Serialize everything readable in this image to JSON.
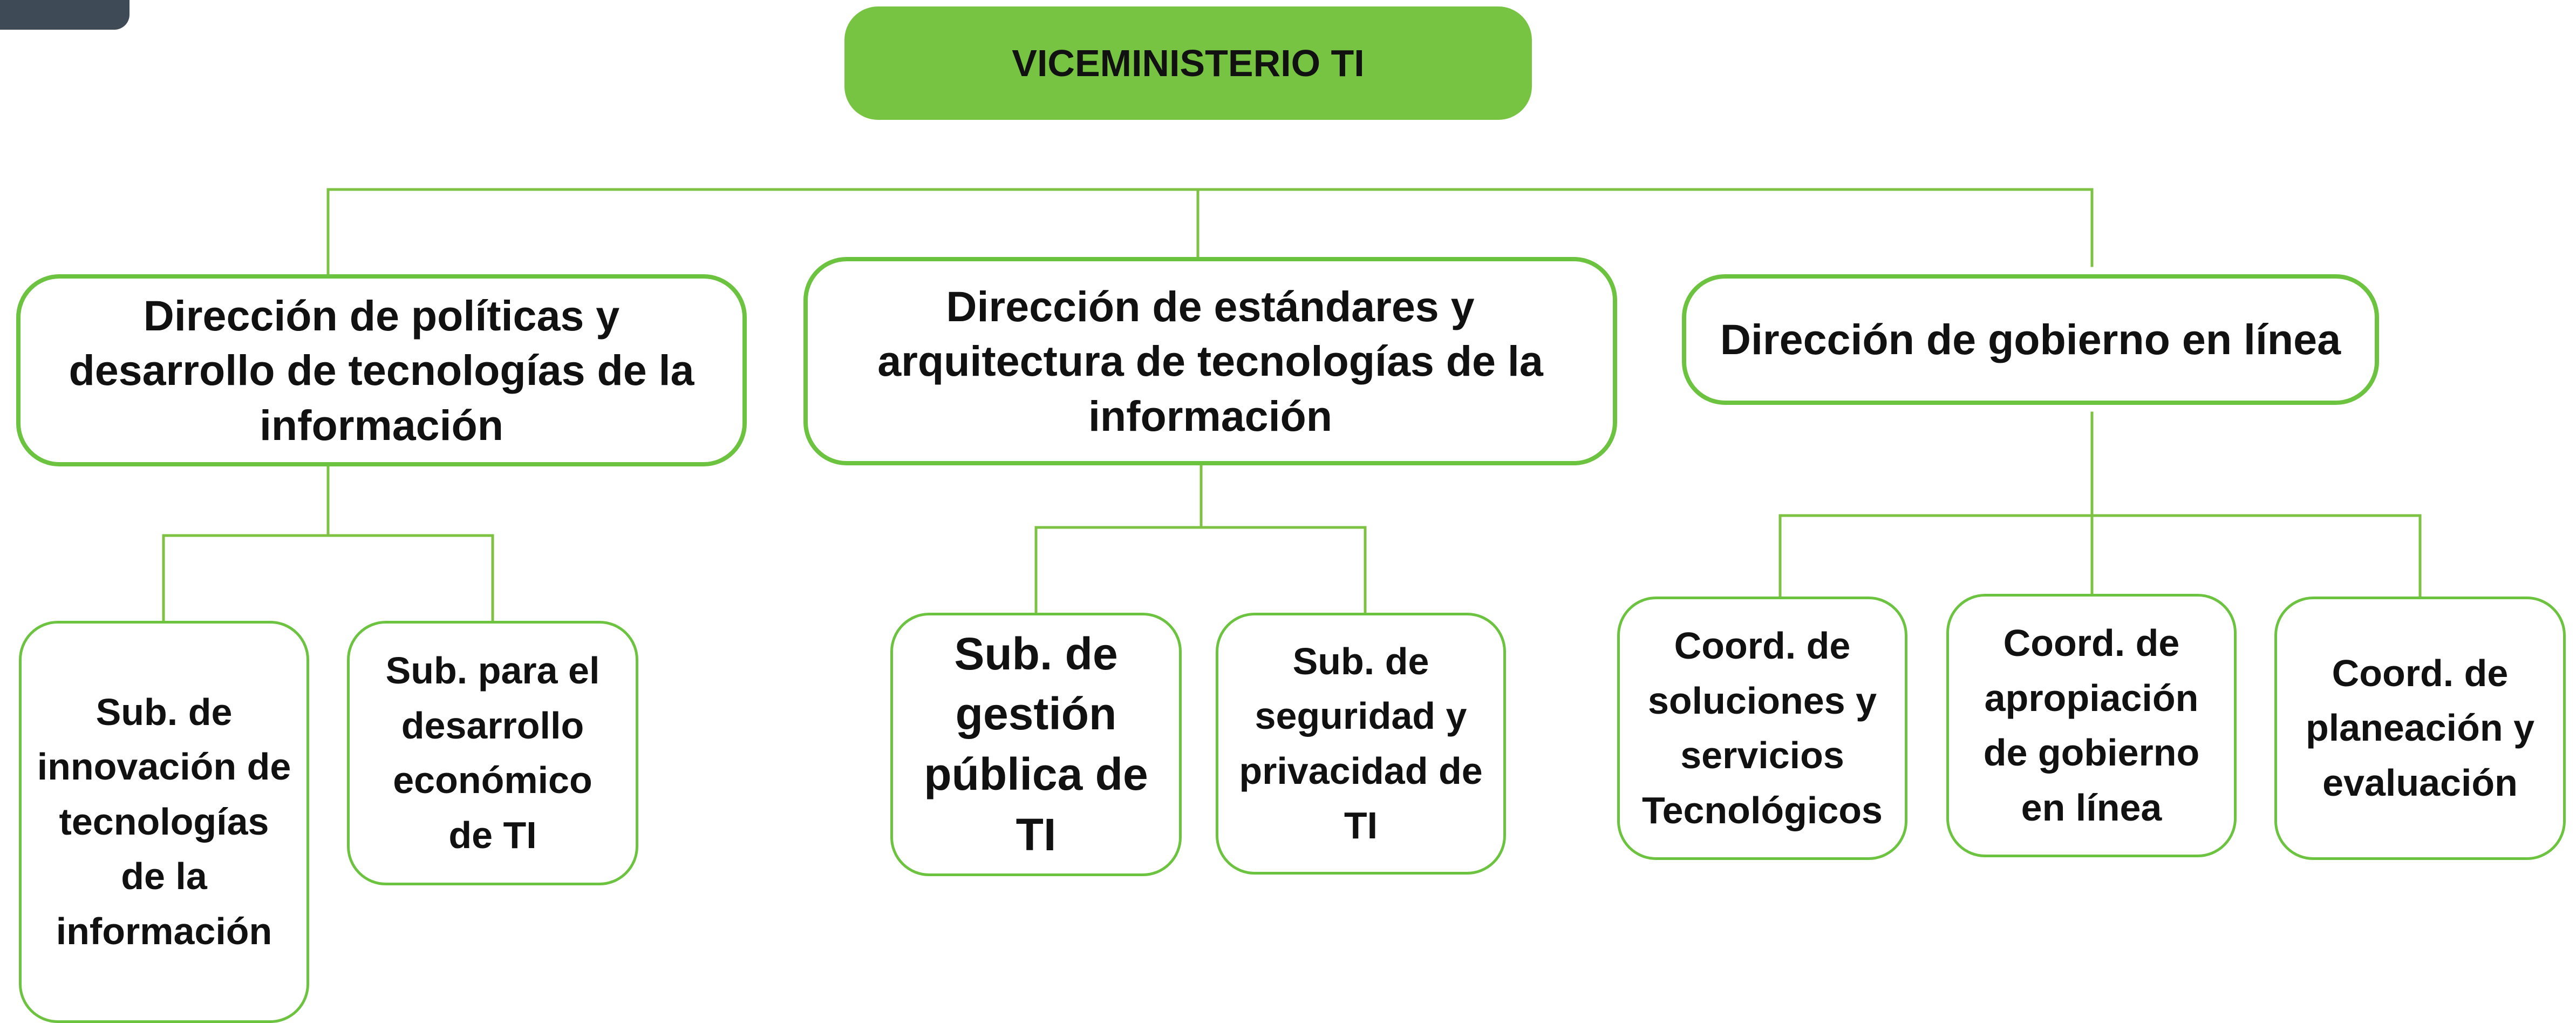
{
  "top": {
    "title": "VICEMINISTERIO TI"
  },
  "directions": [
    {
      "label": "Dirección de políticas y desarrollo de tecnologías de la información",
      "subunits": [
        {
          "label": "Sub. de innovación de tecnologías de la información"
        },
        {
          "label": "Sub. para el desarrollo económico de TI"
        }
      ]
    },
    {
      "label": "Dirección de estándares y arquitectura de tecnologías de la información",
      "subunits": [
        {
          "label": "Sub. de gestión pública de TI"
        },
        {
          "label": "Sub. de seguridad y privacidad de TI"
        }
      ]
    },
    {
      "label": "Dirección de gobierno en línea",
      "subunits": [
        {
          "label": "Coord. de soluciones y servicios Tecnológicos"
        },
        {
          "label": "Coord. de apropiación de gobierno en línea"
        },
        {
          "label": "Coord. de planeación y evaluación"
        }
      ]
    }
  ],
  "colors": {
    "accent": "#76c442",
    "border": "#6cc33f",
    "text": "#111111",
    "corner_logo": "#3f4a57"
  }
}
